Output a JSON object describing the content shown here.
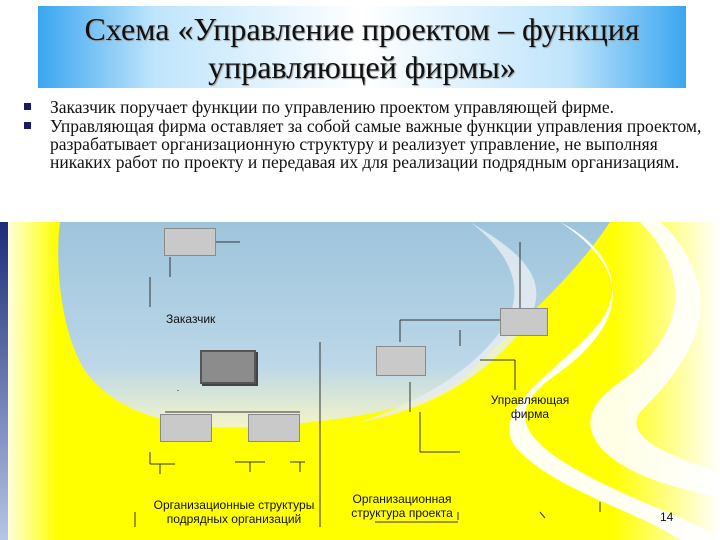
{
  "title": "Схема «Управление проектом – функция управляющей фирмы»",
  "bullets": [
    "Заказчик поручает функции по управлению проектом управляющей фирме.",
    "Управляющая фирма оставляет за собой самые важные функции управления проектом, разрабатывает организационную структуру и реализует управление, не выполняя никаких работ по проекту и передавая их для реализации подрядным организациям."
  ],
  "diagram": {
    "customer_label": "Заказчик",
    "managing_firm_label": "Управляющая фирма",
    "contractors_structure_label": "Организационные структуры подрядных организаций",
    "project_structure_label": "Организационная структура проекта"
  },
  "page_number": "14",
  "colors": {
    "title_gradient_edge": "#3aa6f0",
    "bullet_marker": "#1a1a66",
    "diagram_yellow": "#ffff00",
    "diagram_blue": "#9ec4dc",
    "box_fill": "#c9c9c9"
  }
}
